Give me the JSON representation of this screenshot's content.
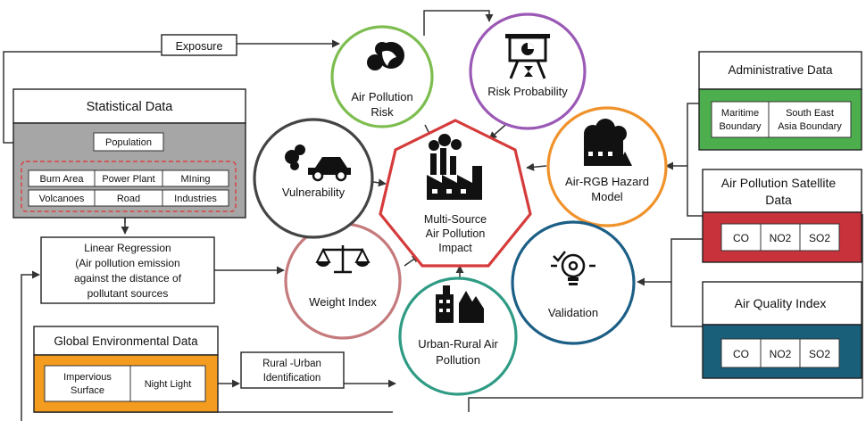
{
  "exposure": "Exposure",
  "statistical": {
    "title": "Statistical Data",
    "population": "Population",
    "sources": [
      "Burn Area",
      "Power Plant",
      "MIning",
      "Volcanoes",
      "Road",
      "Industries"
    ]
  },
  "linear_regression": [
    "Linear Regression",
    "(Air pollution emission",
    "against the distance of",
    "pollutant sources"
  ],
  "global_env": {
    "title": "Global Environmental Data",
    "impervious": [
      "Impervious",
      "Surface"
    ],
    "night_light": "Night Light"
  },
  "rural_urban": [
    "Rural -Urban",
    "Identification"
  ],
  "center": [
    "Multi-Source",
    "Air Pollution",
    "Impact"
  ],
  "circles": {
    "air_pollution_risk": [
      "Air Pollution",
      "Risk"
    ],
    "risk_probability": "Risk Probability",
    "air_rgb": [
      "Air-RGB Hazard",
      "Model"
    ],
    "validation": "Validation",
    "urban_rural": [
      "Urban-Rural Air",
      "Pollution"
    ],
    "weight_index": "Weight Index",
    "vulnerability": "Vulnerability"
  },
  "admin": {
    "title": "Administrative Data",
    "maritime": [
      "Maritime",
      "Boundary"
    ],
    "sea": [
      "South East",
      "Asia Boundary"
    ]
  },
  "satellite": {
    "title": [
      "Air Pollution Satellite",
      "Data"
    ],
    "gases": [
      "CO",
      "NO2",
      "SO2"
    ]
  },
  "aqi": {
    "title": "Air Quality Index",
    "gases": [
      "CO",
      "NO2",
      "SO2"
    ]
  },
  "colors": {
    "risk": "#7dbd4f",
    "probability": "#9b59b6",
    "hazard": "#f0922b",
    "validation": "#1c5f86",
    "urban_rural": "#2f9b84",
    "weight": "#c57a7c",
    "vulnerability": "#444444",
    "center": "#d63b3b",
    "statistical_fill": "#a6a6a6",
    "admin_fill": "#4cae4c",
    "satellite_fill": "#c8323b",
    "aqi_fill": "#1a5f7a",
    "global_fill": "#f39c1f"
  }
}
